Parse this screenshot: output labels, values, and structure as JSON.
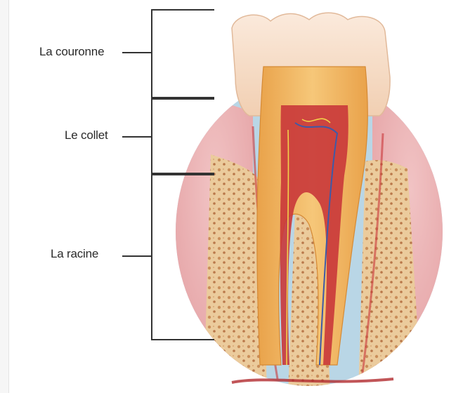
{
  "labels": {
    "crown": "La couronne",
    "neck": "Le collet",
    "root": "La racine"
  },
  "colors": {
    "background_circle": "#b9d6e6",
    "gum": "#e9a4a6",
    "bone": "#e7c594",
    "enamel": "#f3d9c4",
    "dentin": "#f0b760",
    "pulp": "#c9373a",
    "bracket_line": "#333333"
  },
  "icons": {
    "illustration": "tooth-cross-section-illustration"
  }
}
